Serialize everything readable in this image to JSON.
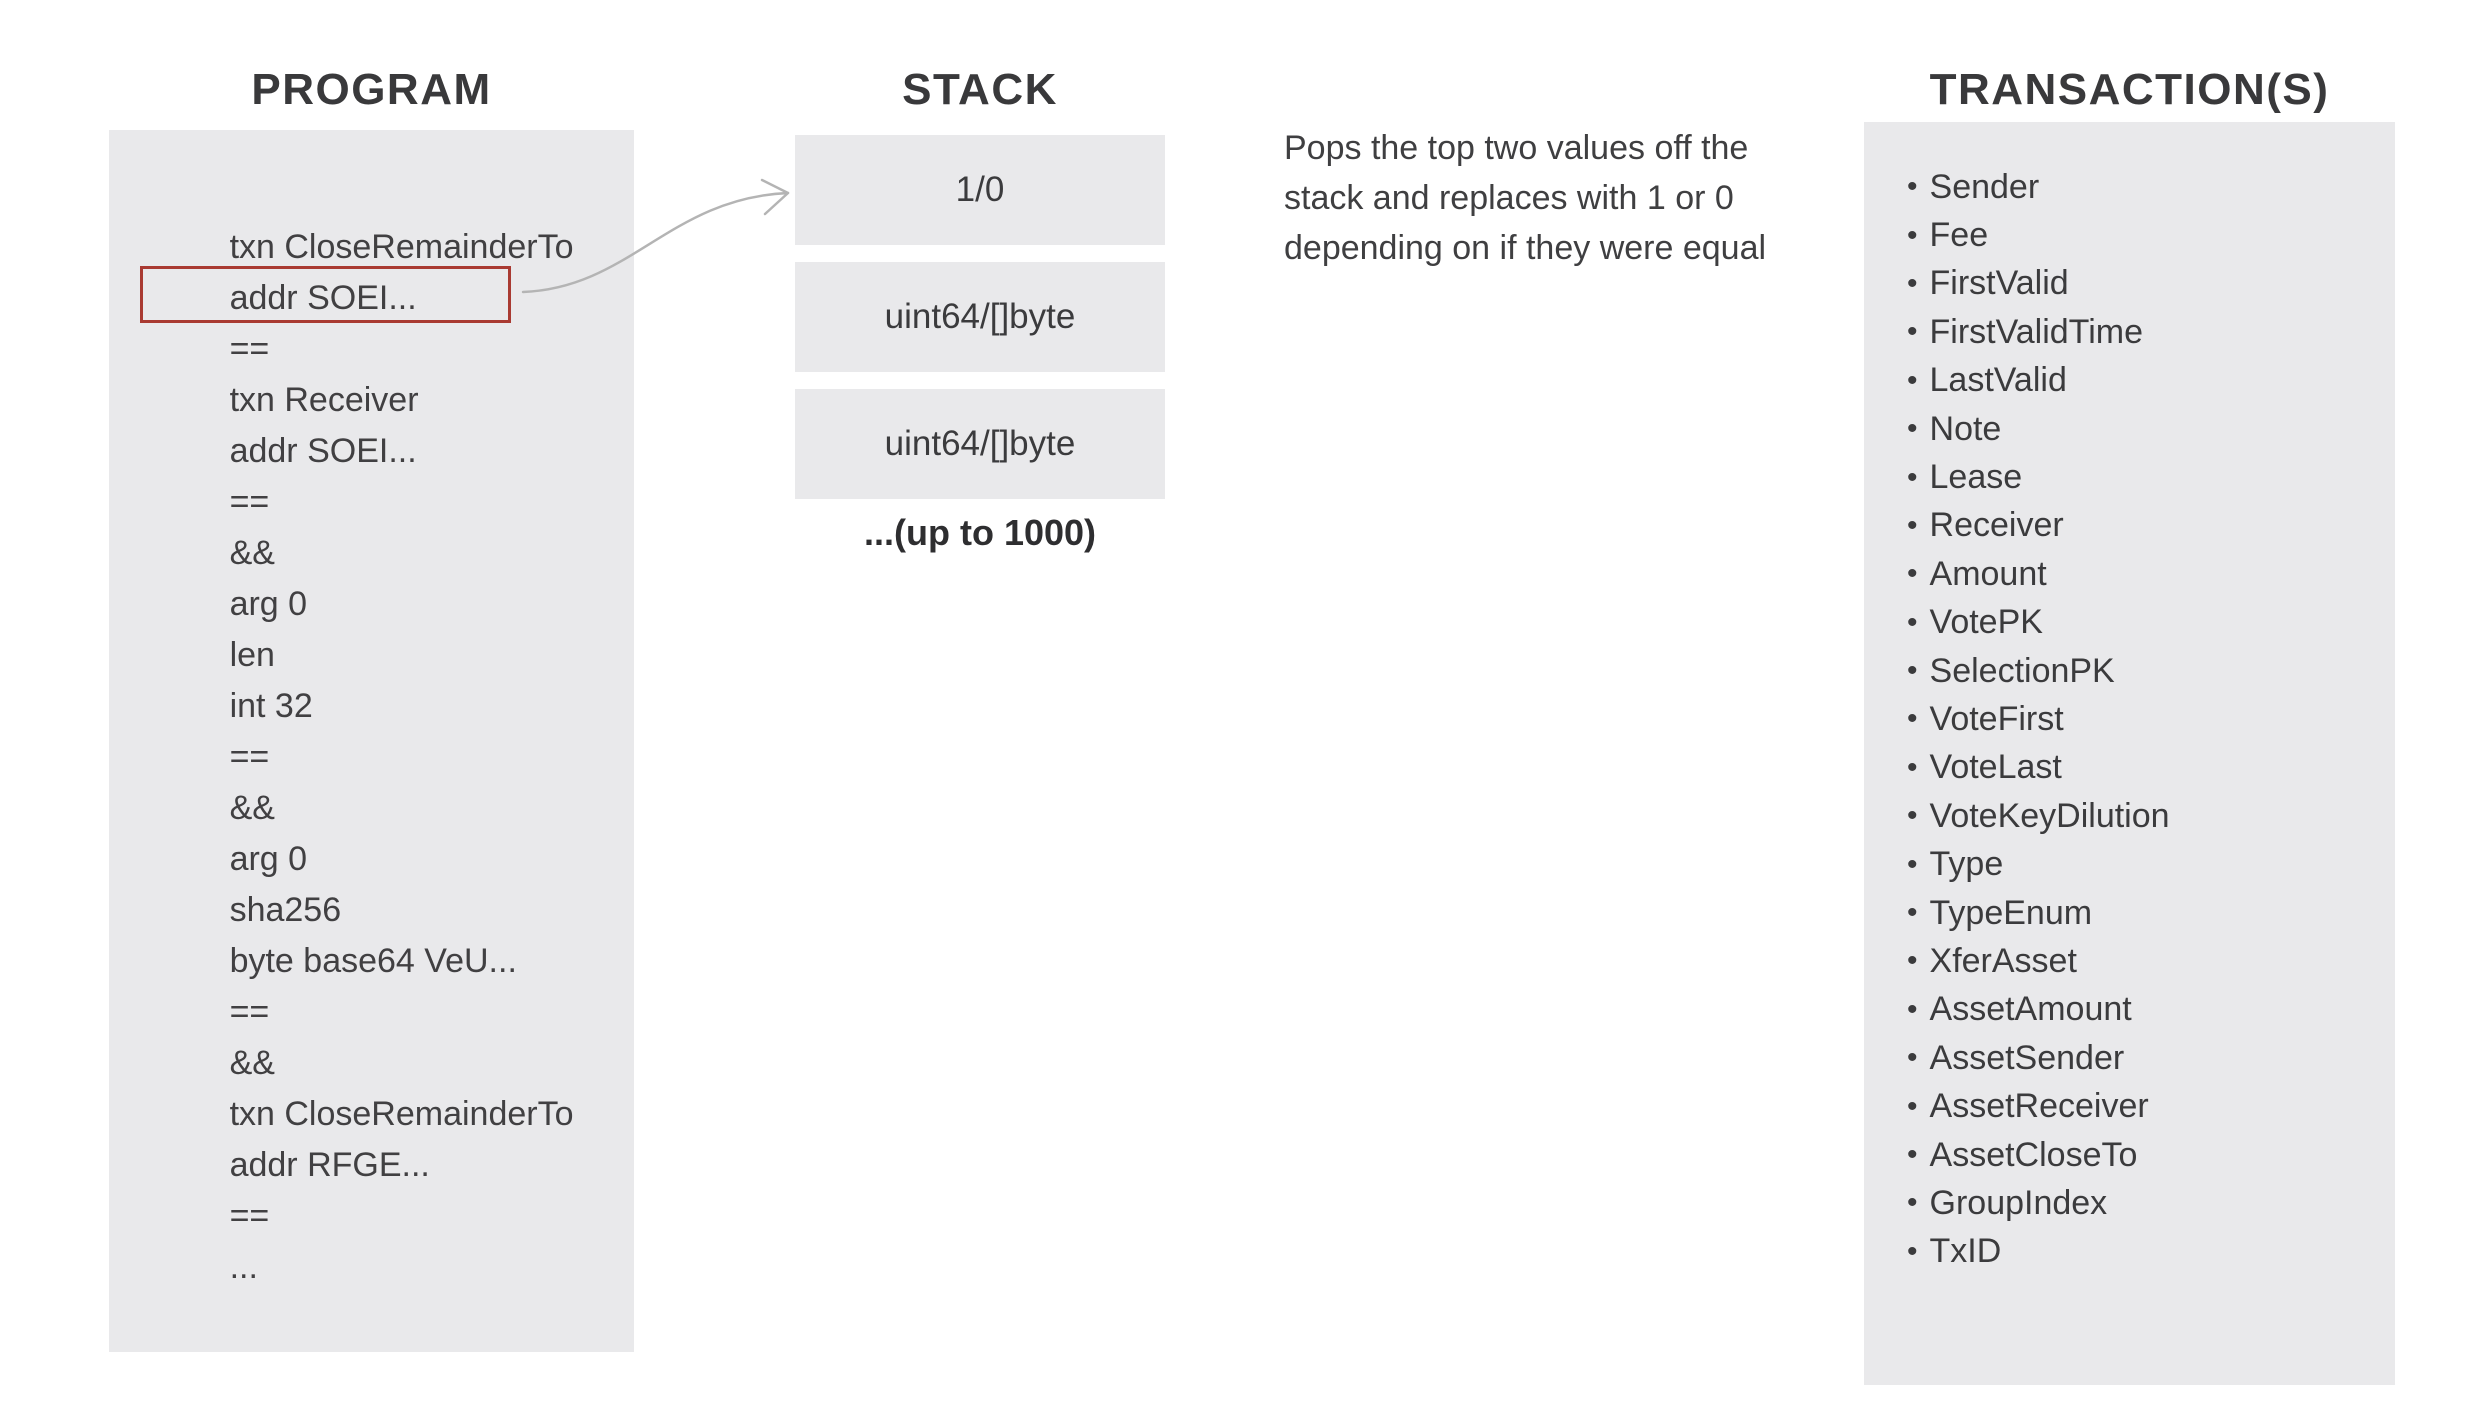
{
  "program": {
    "title": "PROGRAM",
    "lines": [
      {
        "text": "txn CloseRemainderTo",
        "highlight": false
      },
      {
        "text": "addr SOEI...",
        "highlight": false
      },
      {
        "text": "==",
        "highlight": true
      },
      {
        "text": "txn Receiver",
        "highlight": false
      },
      {
        "text": "addr SOEI...",
        "highlight": false
      },
      {
        "text": "==",
        "highlight": false
      },
      {
        "text": "&&",
        "highlight": false
      },
      {
        "text": "arg 0",
        "highlight": false
      },
      {
        "text": "len",
        "highlight": false
      },
      {
        "text": "int 32",
        "highlight": false
      },
      {
        "text": "==",
        "highlight": false
      },
      {
        "text": "&&",
        "highlight": false
      },
      {
        "text": "arg 0",
        "highlight": false
      },
      {
        "text": "sha256",
        "highlight": false
      },
      {
        "text": "byte base64 VeU...",
        "highlight": false
      },
      {
        "text": "==",
        "highlight": false
      },
      {
        "text": "&&",
        "highlight": false
      },
      {
        "text": "txn CloseRemainderTo",
        "highlight": false
      },
      {
        "text": "addr RFGE...",
        "highlight": false
      },
      {
        "text": "==",
        "highlight": false
      },
      {
        "text": "...",
        "highlight": false
      }
    ]
  },
  "stack": {
    "title": "STACK",
    "items": [
      "1/0",
      "uint64/[]byte",
      "uint64/[]byte"
    ],
    "footer": "...(up to 1000)"
  },
  "description": {
    "lines": [
      "Pops the top two values off the",
      "stack and replaces with 1 or 0",
      "depending on if they were equal"
    ]
  },
  "transactions": {
    "title": "TRANSACTION(S)",
    "bullet_glyph": "•",
    "fields": [
      "Sender",
      "Fee",
      "FirstValid",
      "FirstValidTime",
      "LastValid",
      "Note",
      "Lease",
      "Receiver",
      "Amount",
      "VotePK",
      "SelectionPK",
      "VoteFirst",
      "VoteLast",
      "VoteKeyDilution",
      "Type",
      "TypeEnum",
      "XferAsset",
      "AssetAmount",
      "AssetSender",
      "AssetReceiver",
      "AssetCloseTo",
      "GroupIndex",
      "TxID"
    ]
  },
  "colors": {
    "panel_gray": "#e9e9eb",
    "text": "#414042",
    "highlight_border_red": "#a93a32",
    "arrow_gray": "#b4b4b4",
    "background": "#ffffff"
  },
  "icons": {
    "flow_arrow": "curved-arrow-right",
    "list_bullet": "•"
  }
}
